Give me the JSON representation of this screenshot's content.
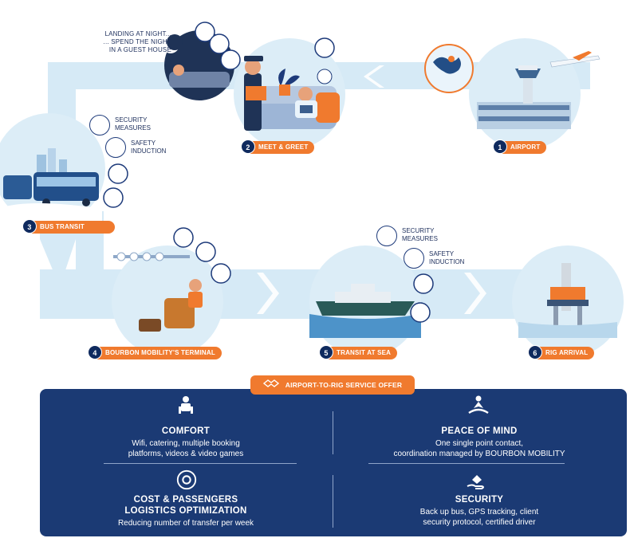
{
  "stages": [
    {
      "number": "1",
      "label": "AIRPORT"
    },
    {
      "number": "2",
      "label": "MEET & GREET"
    },
    {
      "number": "3",
      "label": "BUS TRANSIT"
    },
    {
      "number": "4",
      "label": "BOURBON MOBILITY'S TERMINAL"
    },
    {
      "number": "5",
      "label": "TRANSIT AT SEA"
    },
    {
      "number": "6",
      "label": "RIG ARRIVAL"
    }
  ],
  "night_note": "LANDING AT NIGHT...\n... SPEND THE NIGHT\nIN A GUEST HOUSE",
  "bus_features": [
    "SECURITY\nMEASURES",
    "SAFETY\nINDUCTION"
  ],
  "sea_features": [
    "SECURITY\nMEASURES",
    "SAFETY\nINDUCTION"
  ],
  "offer_title": "AIRPORT-TO-RIG SERVICE OFFER",
  "benefits": {
    "comfort": {
      "title": "COMFORT",
      "text": "Wifi, catering, multiple booking\nplatforms, videos & video games"
    },
    "peace": {
      "title": "PEACE OF MIND",
      "text": "One single point contact,\ncoordination managed by BOURBON MOBILITY"
    },
    "cost": {
      "title": "COST & PASSENGERS\nLOGISTICS OPTIMIZATION",
      "text": "Reducing number of transfer per week"
    },
    "security": {
      "title": "SECURITY",
      "text": "Back up bus, GPS tracking, client\nsecurity protocol, certified driver"
    }
  },
  "colors": {
    "navy": "#1b3a74",
    "orange": "#f07a2e",
    "path": "#d4e9f5",
    "circle": "#dcedf7"
  }
}
